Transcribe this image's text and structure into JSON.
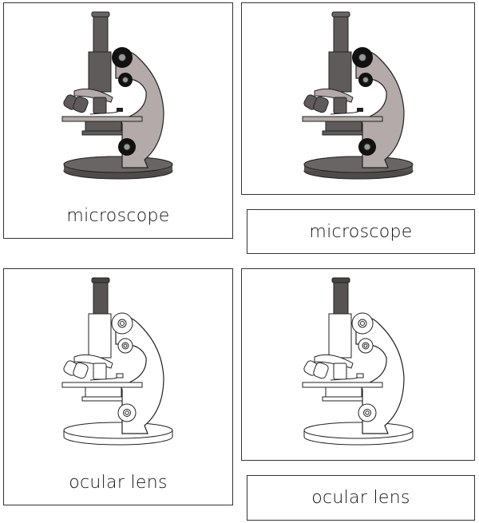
{
  "cards": [
    {
      "id": "control-card-microscope",
      "type": "control",
      "label": "microscope",
      "illustration": "microscope-icon",
      "style": "filled-grey"
    },
    {
      "id": "picture-card-microscope",
      "type": "picture",
      "label": null,
      "illustration": "microscope-icon",
      "style": "filled-grey"
    },
    {
      "id": "label-card-microscope",
      "type": "label",
      "label": "microscope"
    },
    {
      "id": "control-card-ocular-lens",
      "type": "control",
      "label": "ocular lens",
      "illustration": "microscope-icon",
      "style": "outline-ocular-highlighted"
    },
    {
      "id": "picture-card-ocular-lens",
      "type": "picture",
      "label": null,
      "illustration": "microscope-icon",
      "style": "outline-ocular-highlighted"
    },
    {
      "id": "label-card-ocular-lens",
      "type": "label",
      "label": "ocular lens"
    }
  ],
  "colors": {
    "border": "#333333",
    "body_dark": "#5f5b5b",
    "arm_light": "#b3aaa9",
    "knob": "#111111",
    "outline": "#222222",
    "ocular_highlight": "#585353"
  }
}
